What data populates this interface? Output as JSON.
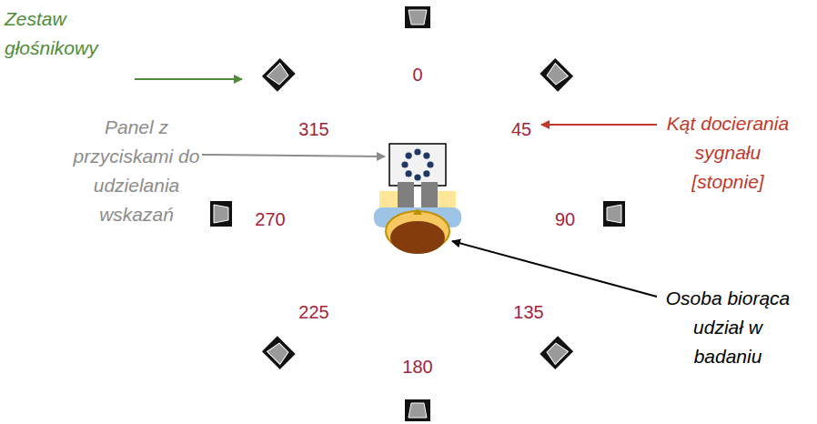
{
  "diagram": {
    "nodes": [
      {
        "text": [
          "0",
          "45",
          "90",
          "135",
          "180",
          "225",
          "270",
          "315"
        ]
      }
    ],
    "labels": [
      "Zestaw głośnikowy",
      "Panel z przyciskami do udzielania wskazań",
      "Kąt docierania sygnału [stopnie]",
      "Osoba biorąca udział w badaniu"
    ]
  }
}
